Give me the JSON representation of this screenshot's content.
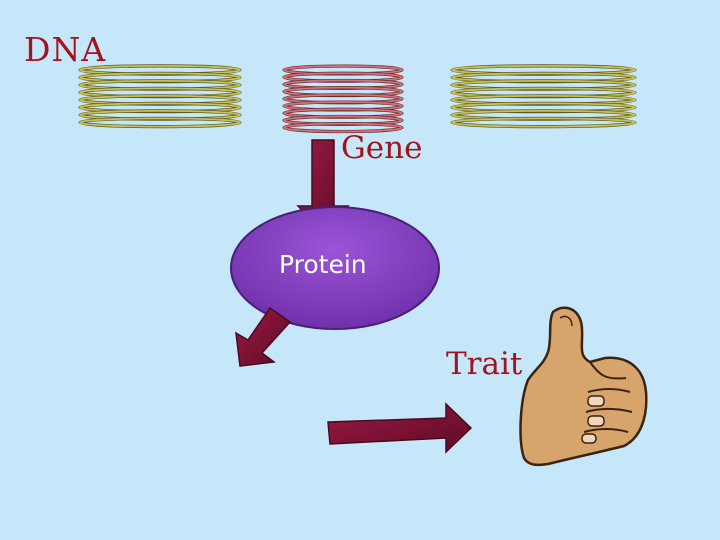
{
  "labels": {
    "dna": "DNA",
    "gene": "Gene",
    "protein": "Protein",
    "trait": "Trait"
  },
  "icons": {
    "dna_strands": "coiled-dna-strand-icon",
    "gene_strand": "coiled-gene-strand-icon",
    "arrows": "arrow-icon",
    "protein": "protein-ellipse",
    "trait": "thumbs-up-hand-icon"
  },
  "colors": {
    "background": "#c6e7f9",
    "dna_strand": "#c8c05a",
    "gene_strand": "#d1737a",
    "arrow": "#7a1030",
    "protein_fill": "#8b45c8",
    "label_text": "#a1131d",
    "hand_skin": "#d7a46b"
  }
}
